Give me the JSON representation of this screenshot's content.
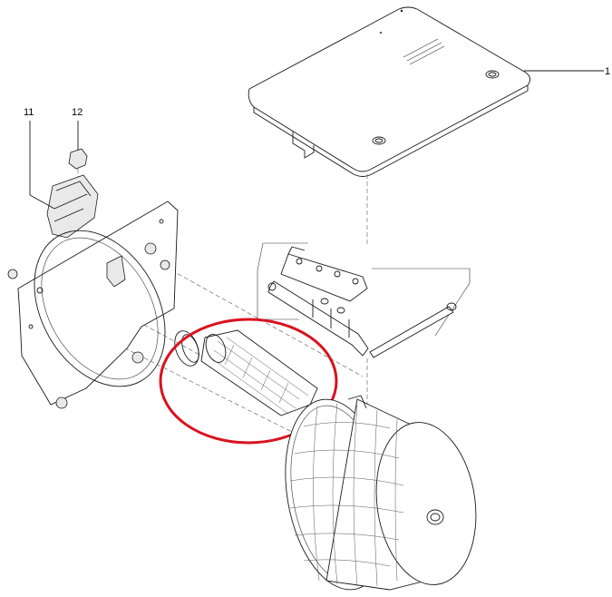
{
  "callouts": {
    "lid": "1",
    "mount_block": "11",
    "screw": "12"
  },
  "colors": {
    "line": "#1a1a1a",
    "highlight_circle": "#d9121f",
    "background": "#ffffff"
  }
}
